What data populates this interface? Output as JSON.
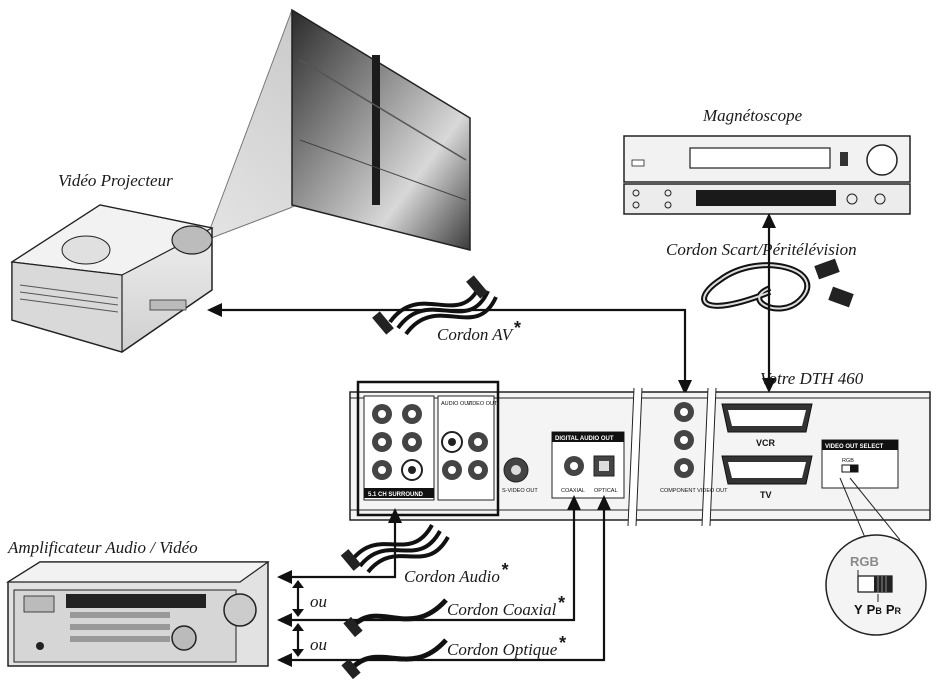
{
  "devices": {
    "projector": "Vidéo Projecteur",
    "vcr": "Magnétoscope",
    "player": "Votre DTH 460",
    "amplifier": "Amplificateur Audio / Vidéo"
  },
  "cables": {
    "scart": "Cordon Scart/Péritélévision",
    "av": "Cordon AV",
    "audio": "Cordon Audio",
    "coaxial": "Cordon Coaxial",
    "optical": "Cordon Optique",
    "star": "*"
  },
  "connector_words": {
    "or_1": "ou",
    "or_2": "ou"
  },
  "panel": {
    "surround": "5.1 CH SURROUND",
    "audio_out": "AUDIO OUT",
    "video_out": "VIDEO OUT",
    "svideo_out": "S-VIDEO OUT",
    "digital_audio_out": "DIGITAL AUDIO OUT",
    "coaxial": "COAXIAL",
    "optical": "OPTICAL",
    "component_video_out": "COMPONENT VIDEO OUT",
    "vcr": "VCR",
    "tv": "TV",
    "video_out_select": "VIDEO OUT SELECT",
    "rgb": "RGB",
    "y": "Y",
    "pb": "P",
    "pb_sub": "B",
    "pr": "P",
    "pr_sub": "R"
  },
  "colors": {
    "line": "#111111",
    "device_body": "#e8e8e8",
    "panel_body": "#f0f0f0"
  }
}
